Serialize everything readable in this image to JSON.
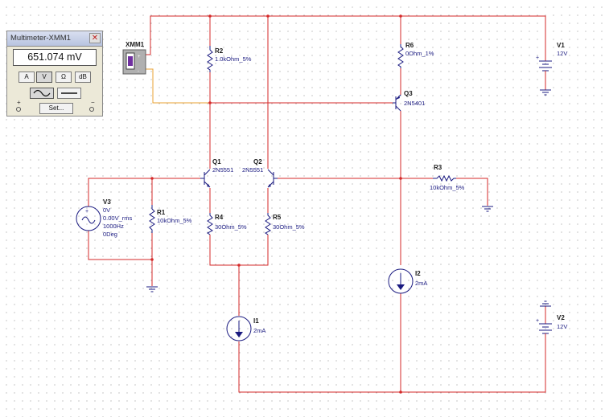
{
  "multimeter": {
    "title": "Multimeter-XMM1",
    "close_symbol": "✕",
    "reading": "651.074 mV",
    "buttons": {
      "amps": "A",
      "volts": "V",
      "ohms": "Ω",
      "db": "dB"
    },
    "set_label": "Set...",
    "plus": "+",
    "minus": "−"
  },
  "schematic": {
    "xmm1": {
      "ref": "XMM1"
    },
    "r2": {
      "ref": "R2",
      "value": "1.0kOhm_5%"
    },
    "r6": {
      "ref": "R6",
      "value": "0Ohm_1%"
    },
    "v1": {
      "ref": "V1",
      "value": "12V"
    },
    "q3": {
      "ref": "Q3",
      "model": "2N5401"
    },
    "q1": {
      "ref": "Q1",
      "model": "2N5551"
    },
    "q2": {
      "ref": "Q2",
      "model": "2N5551"
    },
    "r3": {
      "ref": "R3",
      "value": "10kOhm_5%"
    },
    "v3": {
      "ref": "V3",
      "line1": "0V",
      "line2": "0.00V_rms",
      "line3": "1000Hz",
      "line4": "0Deg"
    },
    "r1": {
      "ref": "R1",
      "value": "10kOhm_5%"
    },
    "r4": {
      "ref": "R4",
      "value": "30Ohm_5%"
    },
    "r5": {
      "ref": "R5",
      "value": "30Ohm_5%"
    },
    "i2": {
      "ref": "I2",
      "value": "2mA"
    },
    "i1": {
      "ref": "I1",
      "value": "2mA"
    },
    "v2": {
      "ref": "V2",
      "value": "12V"
    }
  },
  "colors": {
    "wire": "#d42a2a",
    "component": "#1a1a80",
    "probe_wire": "#e8a030"
  }
}
